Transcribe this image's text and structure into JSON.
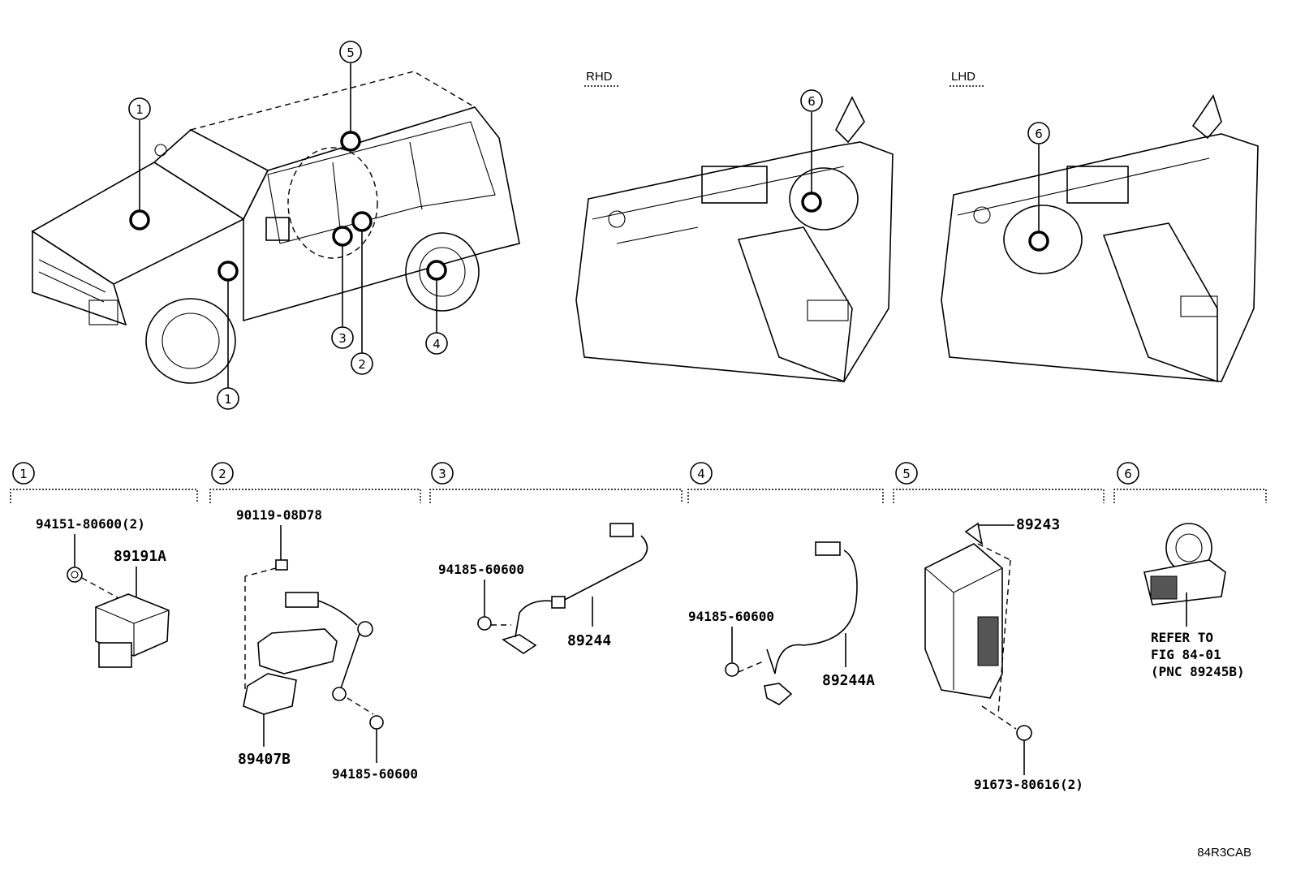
{
  "views": {
    "rhd_label": "RHD",
    "lhd_label": "LHD"
  },
  "callouts": [
    "1",
    "2",
    "3",
    "4",
    "5",
    "6"
  ],
  "sections": [
    {
      "number": "1",
      "parts": [
        "94151-80600(2)",
        "89191A"
      ]
    },
    {
      "number": "2",
      "parts": [
        "90119-08D78",
        "89407B",
        "94185-60600"
      ]
    },
    {
      "number": "3",
      "parts": [
        "94185-60600",
        "89244"
      ]
    },
    {
      "number": "4",
      "parts": [
        "94185-60600",
        "89244A"
      ]
    },
    {
      "number": "5",
      "parts": [
        "89243",
        "91673-80616(2)"
      ]
    },
    {
      "number": "6",
      "note": [
        "REFER TO",
        "FIG 84-01",
        "(PNC 89245B)"
      ]
    }
  ],
  "illustration_code": "84R3CAB"
}
